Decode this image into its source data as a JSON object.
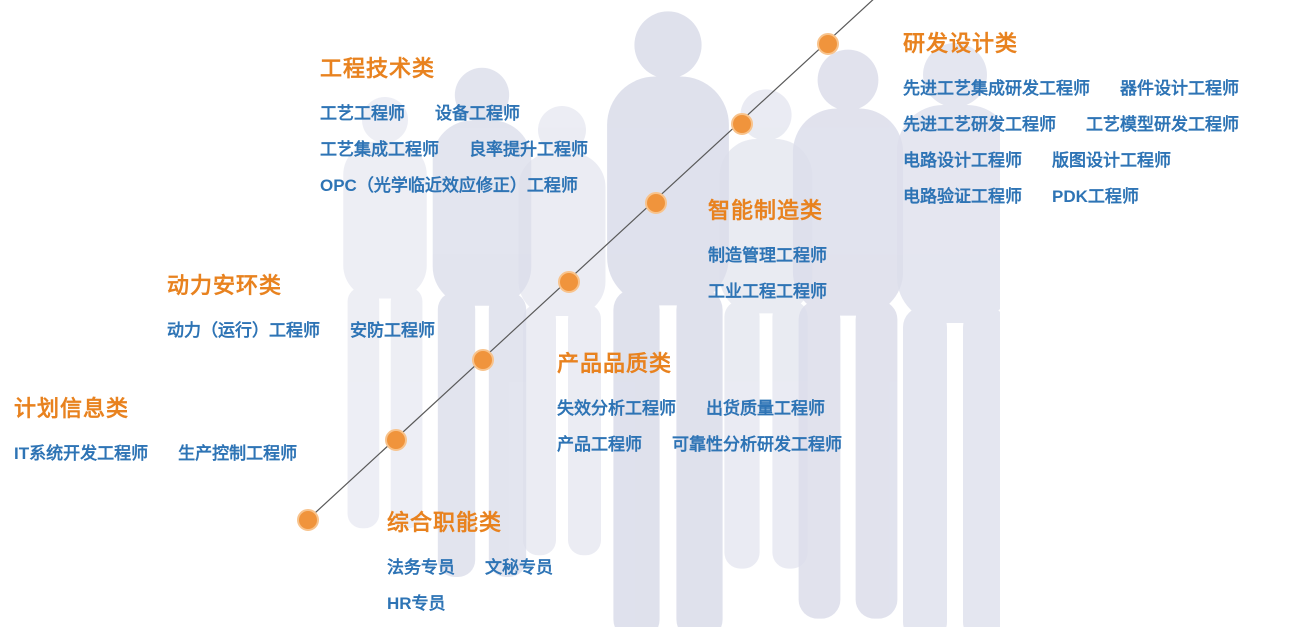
{
  "colors": {
    "category_orange": "#E8821F",
    "job_blue": "#2E74B5",
    "dot_orange": "#F0943C",
    "dot_ring": "#F8C38C",
    "line_gray": "#595959",
    "silhouette": "#DCDEEB"
  },
  "categories": [
    {
      "title": "工程技术类",
      "lines": [
        [
          "工艺工程师",
          "设备工程师"
        ],
        [
          "工艺集成工程师",
          "良率提升工程师"
        ],
        [
          "OPC（光学临近效应修正）工程师"
        ]
      ]
    },
    {
      "title": "研发设计类",
      "lines": [
        [
          "先进工艺集成研发工程师",
          "器件设计工程师"
        ],
        [
          "先进工艺研发工程师",
          "工艺模型研发工程师"
        ],
        [
          "电路设计工程师",
          "版图设计工程师"
        ],
        [
          "电路验证工程师",
          "PDK工程师"
        ]
      ]
    },
    {
      "title": "智能制造类",
      "lines": [
        [
          "制造管理工程师"
        ],
        [
          "工业工程工程师"
        ]
      ]
    },
    {
      "title": "动力安环类",
      "lines": [
        [
          "动力（运行）工程师",
          "安防工程师"
        ]
      ]
    },
    {
      "title": "产品品质类",
      "lines": [
        [
          "失效分析工程师",
          "出货质量工程师"
        ],
        [
          "产品工程师",
          "可靠性分析研发工程师"
        ]
      ]
    },
    {
      "title": "计划信息类",
      "lines": [
        [
          "IT系统开发工程师",
          "生产控制工程师"
        ]
      ]
    },
    {
      "title": "综合职能类",
      "lines": [
        [
          "法务专员",
          "文秘专员"
        ],
        [
          "HR专员"
        ]
      ]
    }
  ]
}
